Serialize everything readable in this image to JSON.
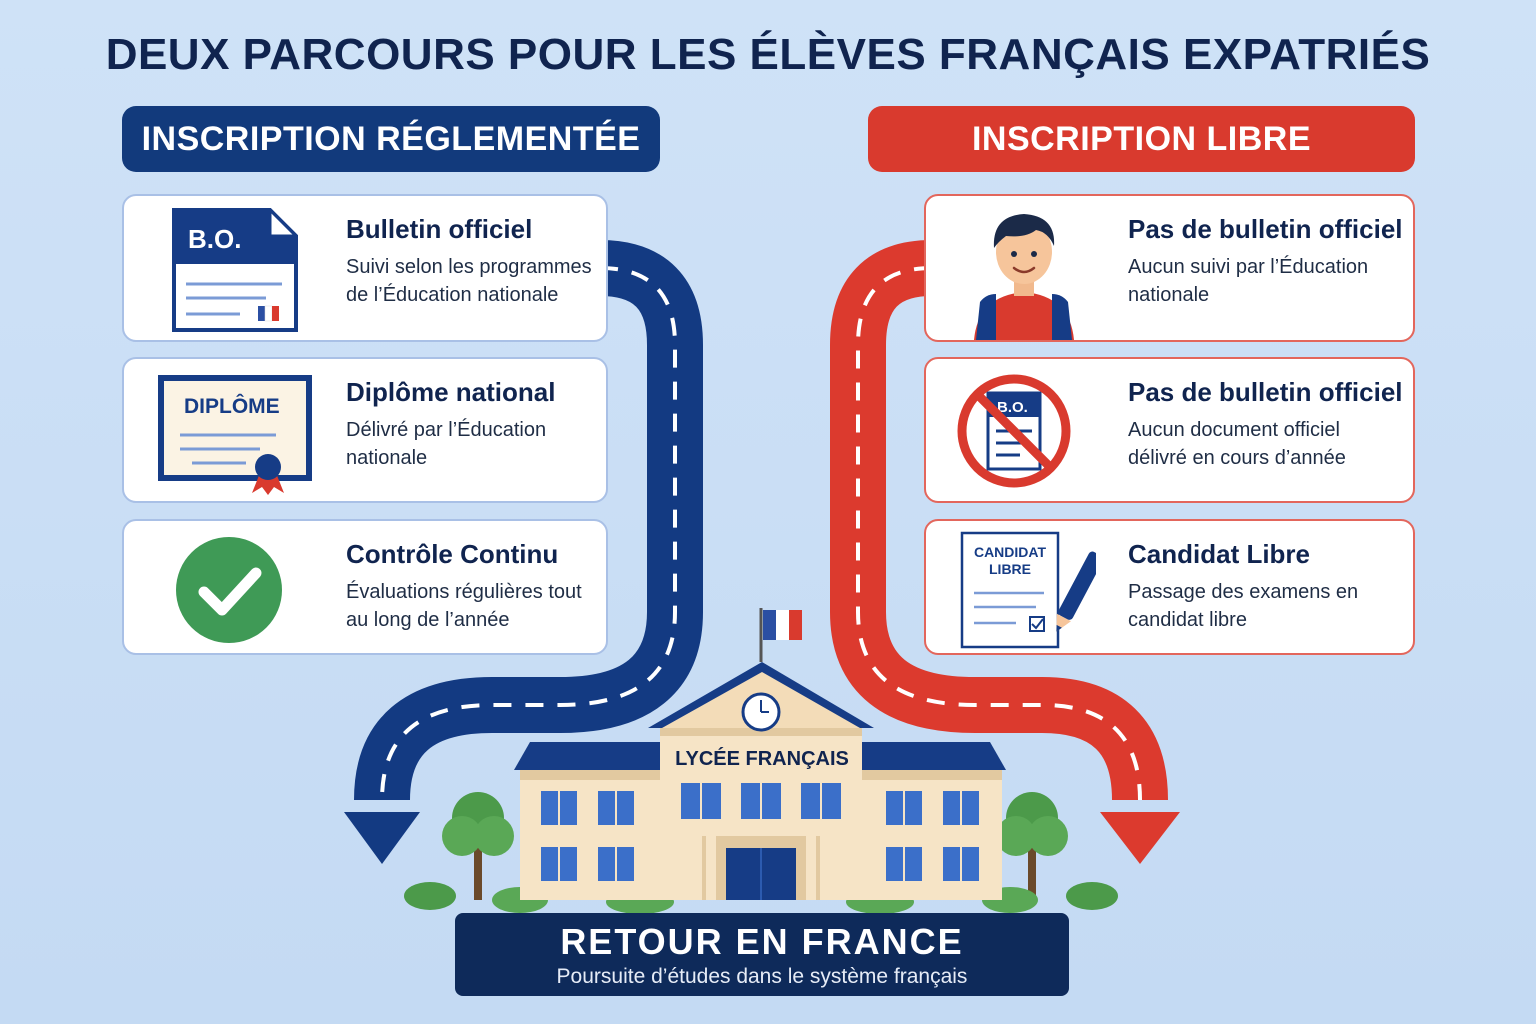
{
  "title": "DEUX PARCOURS POUR LES ÉLÈVES FRANÇAIS EXPATRIÉS",
  "left": {
    "header": "INSCRIPTION RÉGLEMENTÉE",
    "cards": [
      {
        "title": "Bulletin officiel",
        "body": "Suivi selon les programmes de l’Éducation nationale",
        "icon_text": "B.O."
      },
      {
        "title": "Diplôme national",
        "body": "Délivré par l’Éducation nationale",
        "icon_text": "DIPLÔME"
      },
      {
        "title": "Contrôle Continu",
        "body": "Évaluations régulières tout au long de l’année"
      }
    ]
  },
  "right": {
    "header": "INSCRIPTION LIBRE",
    "cards": [
      {
        "title": "Pas de bulletin officiel",
        "body": "Aucun suivi par l’Éducation nationale"
      },
      {
        "title": "Pas de bulletin officiel",
        "body": "Aucun document officiel délivré en cours d’année",
        "icon_text": "B.O."
      },
      {
        "title": "Candidat Libre",
        "body": "Passage des examens en candidat libre",
        "icon_text_1": "CANDIDAT",
        "icon_text_2": "LIBRE"
      }
    ]
  },
  "school": {
    "label": "LYCÉE FRANÇAIS"
  },
  "footer": {
    "title": "RETOUR EN FRANCE",
    "subtitle": "Poursuite d’études dans le système français"
  },
  "colors": {
    "navy": "#123a7c",
    "red": "#d93a2e",
    "background": "#c9def5",
    "green": "#3f9a56"
  }
}
